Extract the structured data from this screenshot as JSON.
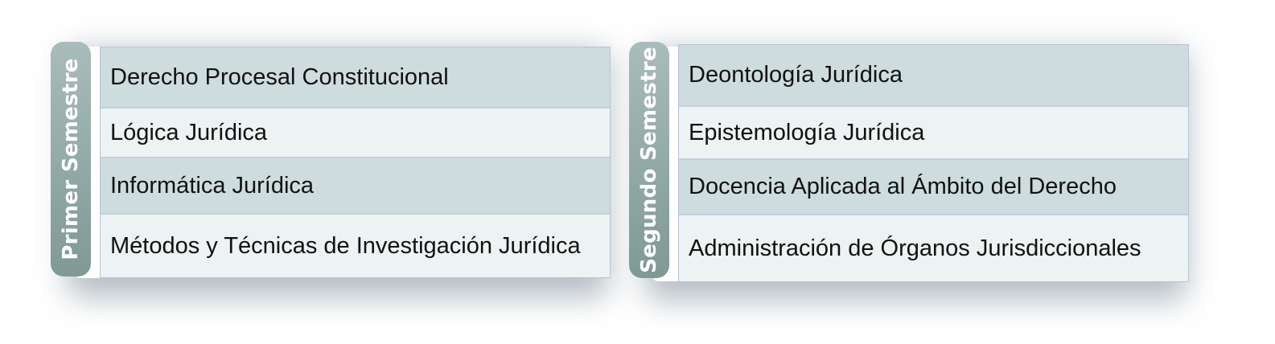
{
  "semesters": [
    {
      "label": "Primer Semestre",
      "courses": [
        "Derecho Procesal Constitucional",
        "Lógica Jurídica",
        "Informática Jurídica",
        "Métodos y Técnicas de Investigación Jurídica"
      ]
    },
    {
      "label": "Segundo Semestre",
      "courses": [
        "Deontología Jurídica",
        "Epistemología Jurídica",
        "Docencia Aplicada al Ámbito del Derecho",
        "Administración de Órganos Jurisdiccionales"
      ]
    }
  ],
  "colors": {
    "tab": "#91a9a6",
    "row_dark": "#cfdcdd",
    "row_light": "#edf2f3",
    "border": "#b6c3d9",
    "text": "#111111",
    "tab_text": "#ffffff"
  }
}
